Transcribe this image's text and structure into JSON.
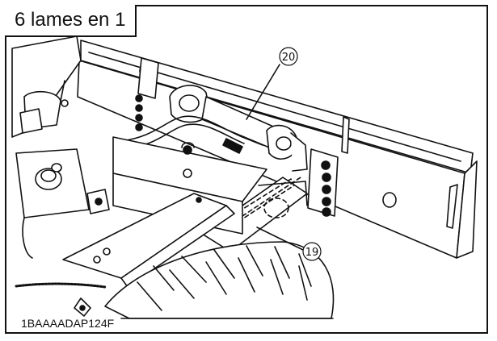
{
  "title": "6 lames en 1",
  "figure_code": "1BAAAADAP124F",
  "callouts": [
    {
      "id": "callout-20",
      "label": "20"
    },
    {
      "id": "callout-19",
      "label": "19"
    }
  ],
  "colors": {
    "ink": "#111111",
    "paper": "#ffffff"
  }
}
